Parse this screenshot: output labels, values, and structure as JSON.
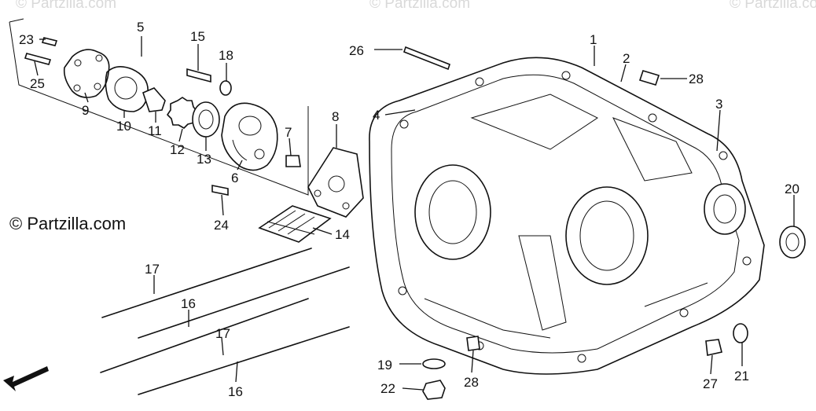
{
  "watermarks": [
    "© Partzilla.com",
    "© Partzilla.com",
    "© Partzilla.com"
  ],
  "copyright": "© Partzilla.com",
  "fwd_label": "FWD",
  "callouts": [
    {
      "id": "c23",
      "text": "23"
    },
    {
      "id": "c25",
      "text": "25"
    },
    {
      "id": "c5",
      "text": "5"
    },
    {
      "id": "c9",
      "text": "9"
    },
    {
      "id": "c10",
      "text": "10"
    },
    {
      "id": "c11",
      "text": "11"
    },
    {
      "id": "c12",
      "text": "12"
    },
    {
      "id": "c13",
      "text": "13"
    },
    {
      "id": "c15",
      "text": "15"
    },
    {
      "id": "c18",
      "text": "18"
    },
    {
      "id": "c6",
      "text": "6"
    },
    {
      "id": "c7",
      "text": "7"
    },
    {
      "id": "c8",
      "text": "8"
    },
    {
      "id": "c24",
      "text": "24"
    },
    {
      "id": "c14",
      "text": "14"
    },
    {
      "id": "c17a",
      "text": "17"
    },
    {
      "id": "c16a",
      "text": "16"
    },
    {
      "id": "c17b",
      "text": "17"
    },
    {
      "id": "c16b",
      "text": "16"
    },
    {
      "id": "c26",
      "text": "26"
    },
    {
      "id": "c4",
      "text": "4"
    },
    {
      "id": "c1",
      "text": "1"
    },
    {
      "id": "c2",
      "text": "2"
    },
    {
      "id": "c28a",
      "text": "28"
    },
    {
      "id": "c3",
      "text": "3"
    },
    {
      "id": "c20",
      "text": "20"
    },
    {
      "id": "c19",
      "text": "19"
    },
    {
      "id": "c22",
      "text": "22"
    },
    {
      "id": "c28b",
      "text": "28"
    },
    {
      "id": "c27",
      "text": "27"
    },
    {
      "id": "c21",
      "text": "21"
    }
  ]
}
